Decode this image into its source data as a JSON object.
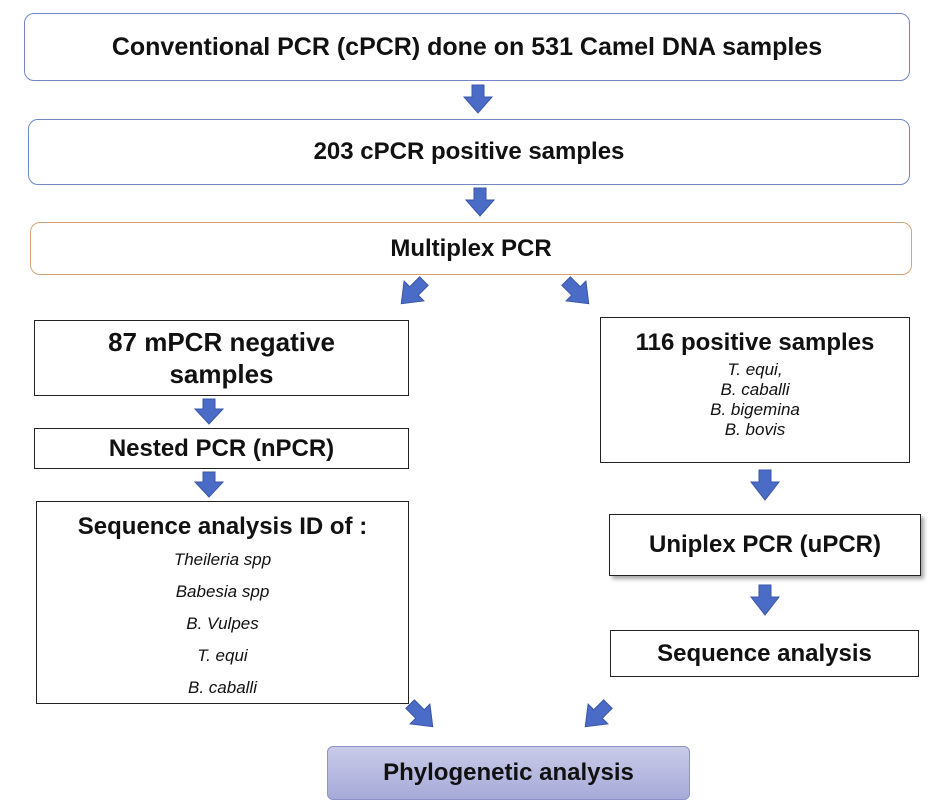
{
  "boxes": {
    "conventional": "Conventional PCR (cPCR) done on 531 Camel DNA samples",
    "cpcr_positive": "203 cPCR positive samples",
    "multiplex": "Multiplex PCR",
    "mpcr_negative_line1": "87 mPCR negative",
    "mpcr_negative_line2": "samples",
    "nested": "Nested PCR (nPCR)",
    "sequence_id_title": "Sequence analysis ID of :",
    "sequence_id_species": [
      "Theileria spp",
      "Babesia spp",
      "B. Vulpes",
      "T. equi",
      "B. caballi"
    ],
    "positive_title": "116 positive samples",
    "positive_species": [
      "T. equi,",
      "B. caballi",
      "B. bigemina",
      "B. bovis"
    ],
    "uniplex": "Uniplex PCR (uPCR)",
    "sequence_analysis": "Sequence analysis",
    "phylogenetic": "Phylogenetic analysis"
  },
  "colors": {
    "arrow_fill": "#4a6cc6",
    "arrow_stroke": "#3a56a8",
    "blue_border": "#6f87c4",
    "orange_border": "#d6a274"
  },
  "arrow_icon": "block-arrow-icon"
}
